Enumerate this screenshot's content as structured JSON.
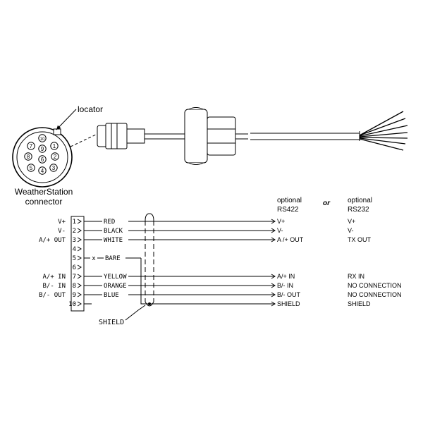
{
  "connector": {
    "locator_label": "locator",
    "caption_line1": "WeatherStation",
    "caption_line2": "connector",
    "pin_numbers": [
      "1",
      "2",
      "3",
      "4",
      "5",
      "6",
      "7",
      "8",
      "9",
      "10"
    ]
  },
  "header": {
    "optional_rs422": "optional",
    "rs422": "RS422",
    "or": "or",
    "optional_rs232": "optional",
    "rs232": "RS232"
  },
  "pins": [
    {
      "pin": "1",
      "left": "V+",
      "wire": "RED",
      "rs422": "V+",
      "rs232": "V+"
    },
    {
      "pin": "2",
      "left": "V-",
      "wire": "BLACK",
      "rs422": "V-",
      "rs232": "V-"
    },
    {
      "pin": "3",
      "left": "A/+ OUT",
      "wire": "WHITE",
      "rs422": "A /+ OUT",
      "rs232": "TX OUT"
    },
    {
      "pin": "4",
      "left": "",
      "wire": "",
      "rs422": "",
      "rs232": ""
    },
    {
      "pin": "5",
      "left": "",
      "wire": "BARE",
      "rs422": "",
      "rs232": ""
    },
    {
      "pin": "6",
      "left": "",
      "wire": "",
      "rs422": "",
      "rs232": ""
    },
    {
      "pin": "7",
      "left": "A/+ IN",
      "wire": "YELLOW",
      "rs422": "A/+ IN",
      "rs232": "RX IN"
    },
    {
      "pin": "8",
      "left": "B/- IN",
      "wire": "ORANGE",
      "rs422": "B/- IN",
      "rs232": "NO CONNECTION"
    },
    {
      "pin": "9",
      "left": "B/- OUT",
      "wire": "BLUE",
      "rs422": "B/- OUT",
      "rs232": "NO CONNECTION"
    },
    {
      "pin": "10",
      "left": "",
      "wire": "",
      "rs422": "SHIELD",
      "rs232": "SHIELD"
    }
  ],
  "shield_label": "SHIELD",
  "bare_prefix": "x"
}
